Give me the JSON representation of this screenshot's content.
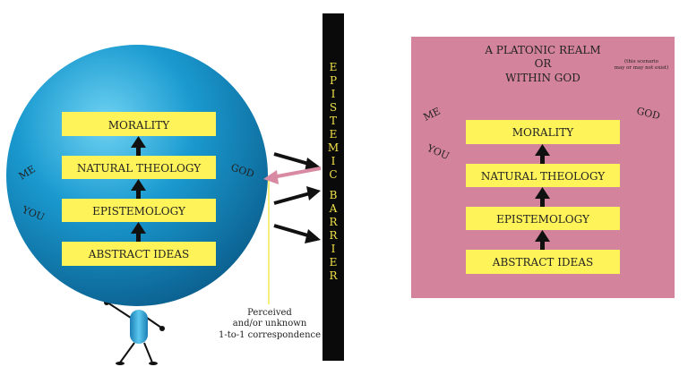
{
  "left_sphere": {
    "boxes": [
      "MORALITY",
      "NATURAL THEOLOGY",
      "EPISTEMOLOGY",
      "ABSTRACT IDEAS"
    ],
    "labels": {
      "me": "ME",
      "you": "YOU",
      "god": "GOD"
    }
  },
  "barrier": {
    "word1": [
      "E",
      "P",
      "I",
      "S",
      "T",
      "E",
      "M",
      "I",
      "C"
    ],
    "word2": [
      "B",
      "A",
      "R",
      "R",
      "I",
      "E",
      "R"
    ]
  },
  "correspondence_note": [
    "Perceived",
    "and/or unknown",
    "1-to-1 correspondence"
  ],
  "realm": {
    "title": [
      "A PLATONIC REALM",
      "OR",
      "WITHIN GOD"
    ],
    "note": [
      "(this scenario",
      "may or may not exist)"
    ],
    "boxes": [
      "MORALITY",
      "NATURAL THEOLOGY",
      "EPISTEMOLOGY",
      "ABSTRACT IDEAS"
    ],
    "labels": {
      "me": "ME",
      "you": "YOU",
      "god": "GOD"
    }
  },
  "colors": {
    "sphere": "#1a8fc4",
    "box": "#fff35a",
    "barrier": "#0a0a0a",
    "barrier_text": "#f2e34a",
    "realm": "#d4839d",
    "god_arrow": "#d98aa3",
    "correspondence_line": "#f6f07a"
  }
}
